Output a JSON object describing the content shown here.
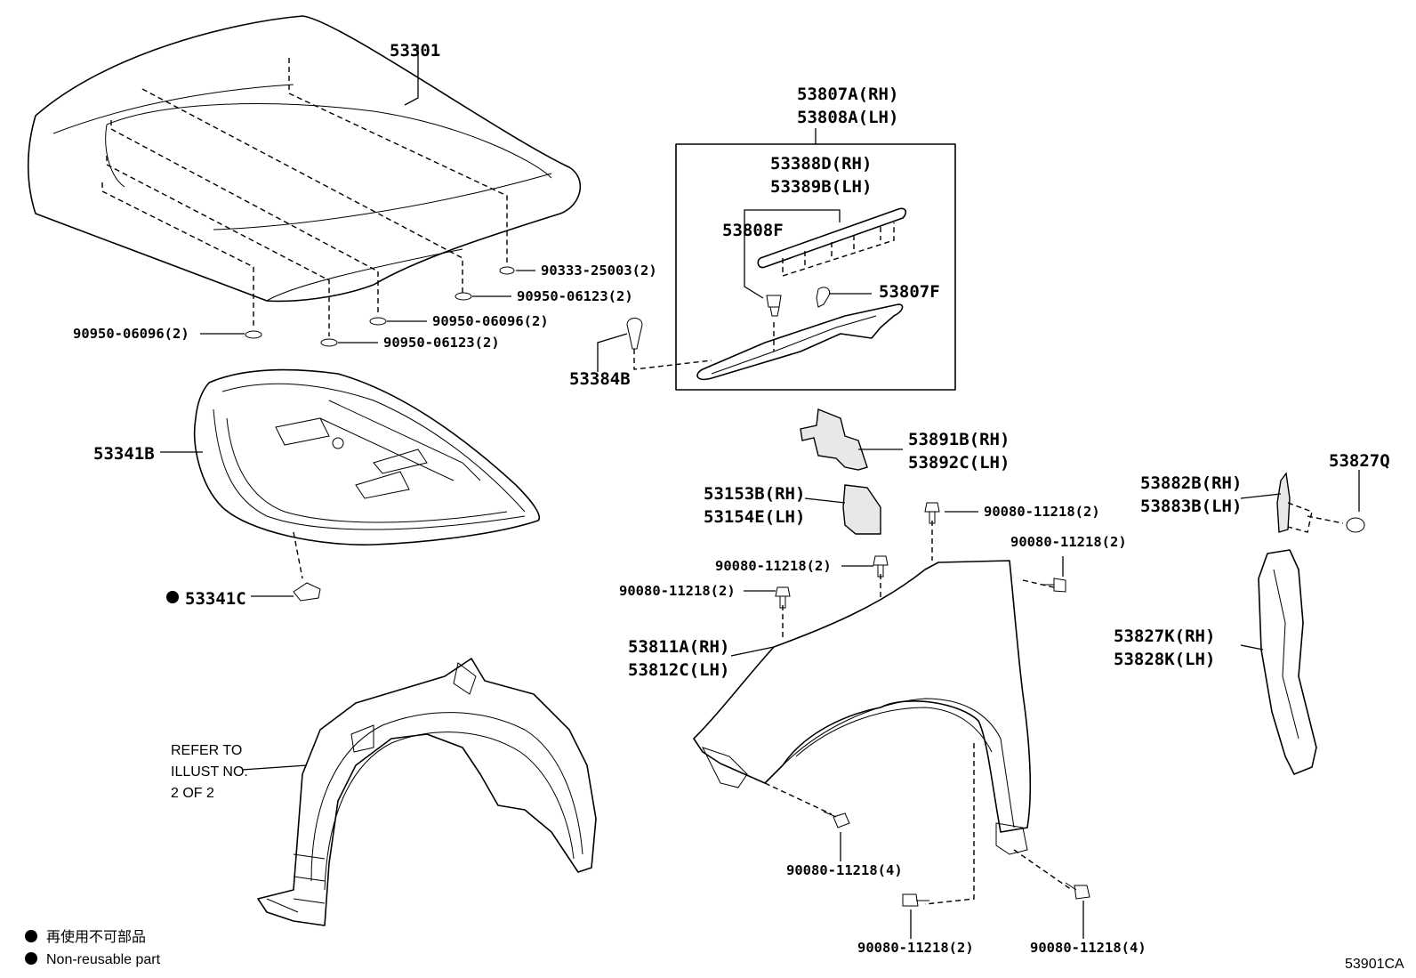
{
  "labels": {
    "hood": "53301",
    "hood_insulator": "53341B",
    "insulator_clip": "53341C",
    "seal_rh": "53807A(RH)",
    "seal_lh": "53808A(LH)",
    "seal_sub_rh": "53388D(RH)",
    "seal_sub_lh": "53389B(LH)",
    "clip_53808f": "53808F",
    "clip_53807f": "53807F",
    "clip_53384b": "53384B",
    "fill_53891b_rh": "53891B(RH)",
    "fill_53892c_lh": "53892C(LH)",
    "cover_53153b_rh": "53153B(RH)",
    "cover_53154e_lh": "53154E(LH)",
    "brkt_53882b_rh": "53882B(RH)",
    "brkt_53883b_lh": "53883B(LH)",
    "clip_53827q": "53827Q",
    "panel_53827k_rh": "53827K(RH)",
    "panel_53828k_lh": "53828K(LH)",
    "fender_rh": "53811A(RH)",
    "fender_lh": "53812C(LH)",
    "cushion_90333": "90333-25003(2)",
    "cushion_90950_06123_a": "90950-06123(2)",
    "cushion_90950_06096_a": "90950-06096(2)",
    "cushion_90950_06123_b": "90950-06123(2)",
    "cushion_90950_06096_b": "90950-06096(2)",
    "bolt_top_right": "90080-11218(2)",
    "bolt_right": "90080-11218(2)",
    "bolt_mid": "90080-11218(2)",
    "bolt_left": "90080-11218(2)",
    "bolt_bottom_left": "90080-11218(4)",
    "bolt_bottom_mid": "90080-11218(2)",
    "bolt_bottom_right": "90080-11218(4)"
  },
  "refer_note": [
    "REFER TO",
    "ILLUST NO.",
    "2 OF 2"
  ],
  "legend": {
    "line1": "再使用不可部品",
    "line2": "Non-reusable part"
  },
  "illustration_code": "53901CA"
}
